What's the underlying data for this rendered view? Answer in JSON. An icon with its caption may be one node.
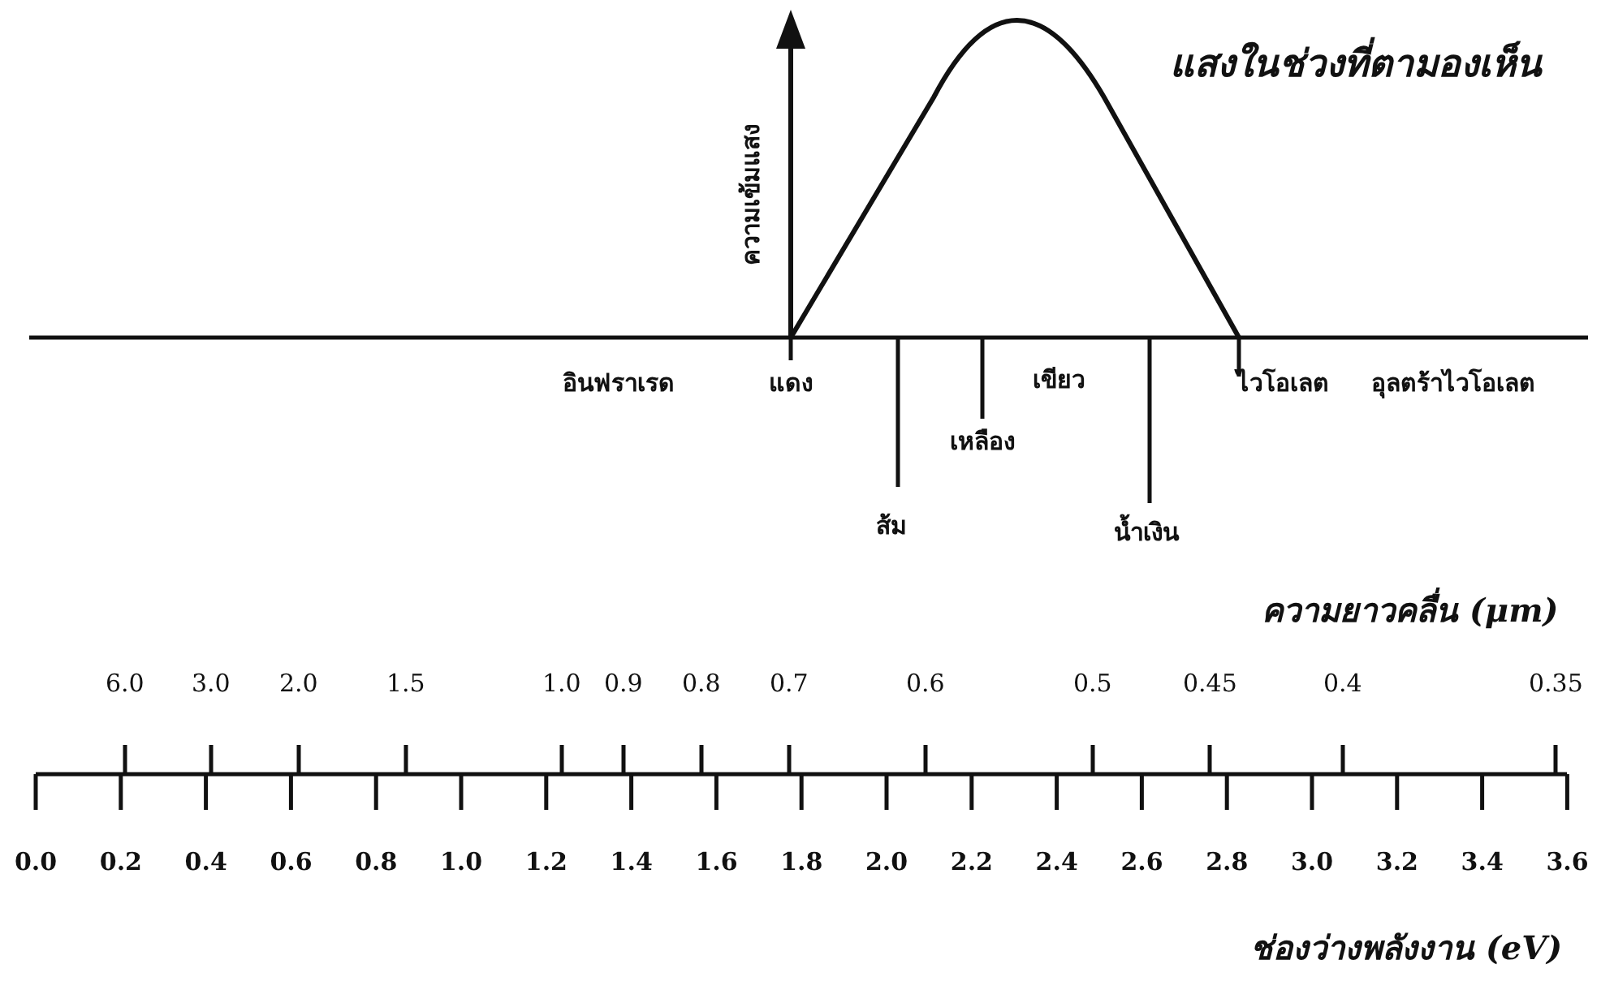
{
  "diagram": {
    "labels": [
      "ความเข้มแสง",
      "แสงในช่วงที่ตามองเห็น",
      "อินฟราเรด",
      "แดง",
      "เขียว",
      "ไวโอเลต",
      "อุลตร้าไวโอเลต",
      "เหลือง",
      "ส้ม",
      "น้ำเงิน",
      "ความยาวคลื่น (μm)",
      "6.0",
      "3.0",
      "2.0",
      "1.5",
      "1.0",
      "0.9",
      "0.8",
      "0.7",
      "0.6",
      "0.5",
      "0.45",
      "0.4",
      "0.35",
      "0.0",
      "0.2",
      "0.4",
      "0.6",
      "0.8",
      "1.0",
      "1.2",
      "1.4",
      "1.6",
      "1.8",
      "2.0",
      "2.2",
      "2.4",
      "2.6",
      "2.8",
      "3.0",
      "3.2",
      "3.4",
      "3.6",
      "ช่องว่างพลังงาน (eV)"
    ]
  }
}
